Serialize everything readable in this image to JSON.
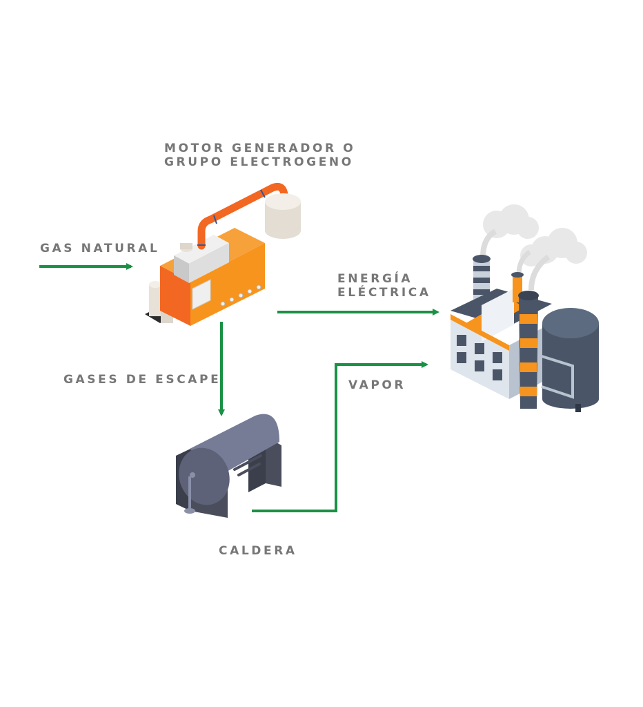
{
  "diagram": {
    "colors": {
      "arrow": "#1a9145",
      "label": "#777777",
      "orange": "#f7941d",
      "dark_orange": "#f26722",
      "slate": "#4a5568",
      "boiler": "#767c96"
    },
    "nodes": {
      "generator": {
        "label_line1": "MOTOR GENERADOR O",
        "label_line2": "GRUPO ELECTROGENO",
        "icon": "engine-generator-icon"
      },
      "factory": {
        "icon": "factory-icon"
      },
      "boiler": {
        "label": "CALDERA",
        "icon": "boiler-icon"
      }
    },
    "flows": [
      {
        "id": "gas",
        "label": "GAS NATURAL",
        "from": "input",
        "to": "generator"
      },
      {
        "id": "electricity",
        "label_line1": "ENERGÍA",
        "label_line2": "ELÉCTRICA",
        "from": "generator",
        "to": "factory"
      },
      {
        "id": "exhaust",
        "label": "GASES DE ESCAPE",
        "from": "generator",
        "to": "boiler"
      },
      {
        "id": "steam",
        "label": "VAPOR",
        "from": "boiler",
        "to": "factory"
      }
    ]
  }
}
